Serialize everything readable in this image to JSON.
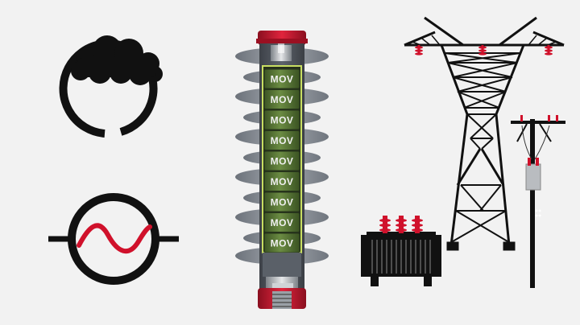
{
  "illustration": {
    "arrester_disc_label": "MOV",
    "arrester_disc_count": 9,
    "icons": [
      "lightning-cloud-icon",
      "ac-source-icon",
      "surge-arrester",
      "transmission-tower",
      "utility-pole",
      "transformer"
    ]
  },
  "colors": {
    "background": "#f2f2f2",
    "accent_red": "#d0112b",
    "disc_green": "#5b7a37",
    "housing_gray": "#8a8f97",
    "icon_black": "#111111"
  }
}
